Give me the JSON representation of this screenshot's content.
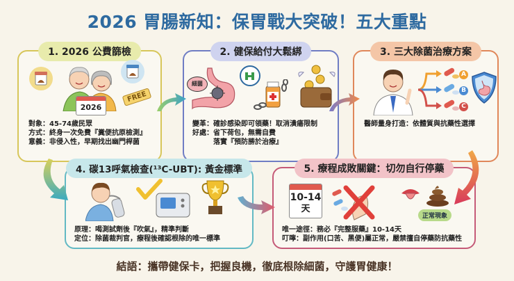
{
  "title": "2026 胃腸新知：保胃戰大突破！五大重點",
  "panels": [
    {
      "id": 1,
      "title": "1. 2026 公費篩檢",
      "calendar_year": "2026",
      "free_tag": "FREE",
      "lines": [
        "對象：45-74歲民眾",
        "方式：終身一次免費『糞便抗原檢測』",
        "意義：非侵入性，早期找出幽門桿菌"
      ],
      "color": "#d7c65a"
    },
    {
      "id": 2,
      "title": "2. 健保給付大鬆綁",
      "bacteria_label": "細菌",
      "lines": [
        "變革：確診感染即可領藥！取消潰瘍限制",
        "好處：省下荷包，無需自費",
        "　　　落實『預防勝於治療』"
      ],
      "color": "#6f7dc4"
    },
    {
      "id": 3,
      "title": "3. 三大除菌治療方案",
      "options": [
        "A",
        "B",
        "C"
      ],
      "lines": [
        "醫師量身打造：依體質與抗藥性選擇"
      ],
      "color": "#e0875a"
    },
    {
      "id": 4,
      "title": "4. 碳13呼氣檢查(¹³C-UBT): 黃金標準",
      "lines": [
        "原理：喝測試劑後『吹氣』，精準判斷",
        "定位：除菌裁判官，療程後確認根除的唯一標準"
      ],
      "color": "#62b9c4"
    },
    {
      "id": 5,
      "title": "5. 療程成敗關鍵：切勿自行停藥",
      "calendar_text": "10-14",
      "calendar_unit": "天",
      "normal_tag": "正常現象",
      "lines": [
        "唯一途徑：務必『完整服藥』10-14天",
        "叮嚀：副作用(口苦、黑便)屬正常，嚴禁擅自停藥防抗藥性"
      ],
      "color": "#c55a78"
    }
  ],
  "footer": "結語：攜帶健保卡，把握良機，徹底根除細菌，守護胃健康！",
  "colors": {
    "background": "#f8f4ea",
    "title": "#2e6aa0",
    "footer": "#4a3426"
  }
}
